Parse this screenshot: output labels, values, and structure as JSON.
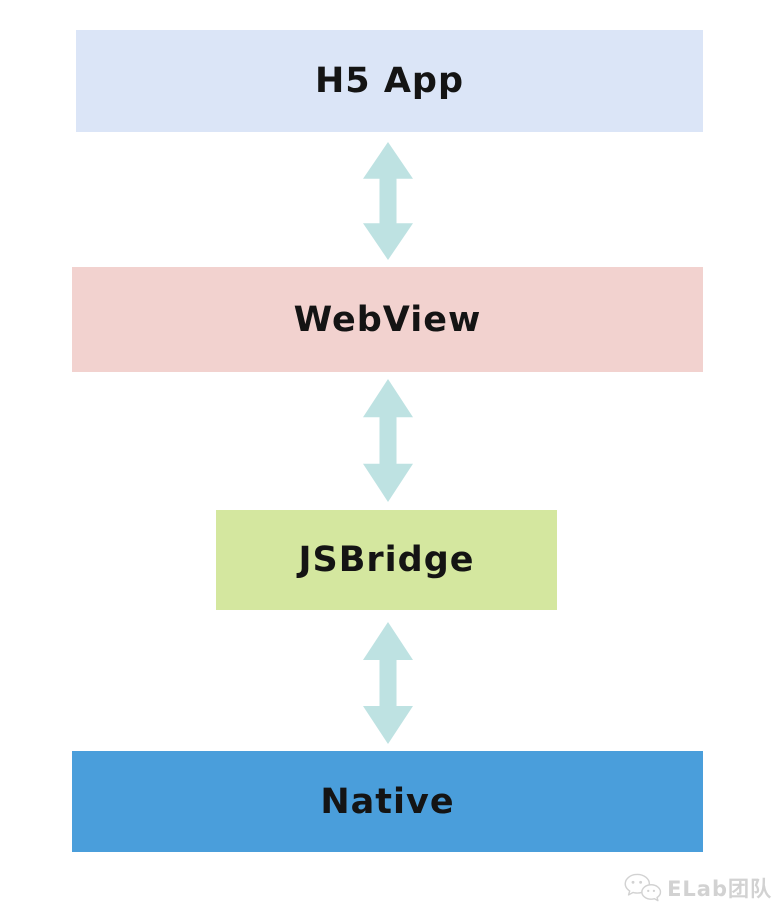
{
  "diagram": {
    "type": "layered-architecture",
    "layers": [
      {
        "label": "H5 App",
        "bg": "#dbe5f7"
      },
      {
        "label": "WebView",
        "bg": "#f2d2cf"
      },
      {
        "label": "JSBridge",
        "bg": "#d4e79f"
      },
      {
        "label": "Native",
        "bg": "#4a9edb"
      }
    ],
    "connectors": {
      "icon": "double-arrow-vertical",
      "color": "#bee2e2",
      "count": 3
    },
    "text_color": "#141414"
  },
  "watermark": {
    "icon": "wechat-icon",
    "label": "ELab团队",
    "color": "#d2d2d2"
  }
}
